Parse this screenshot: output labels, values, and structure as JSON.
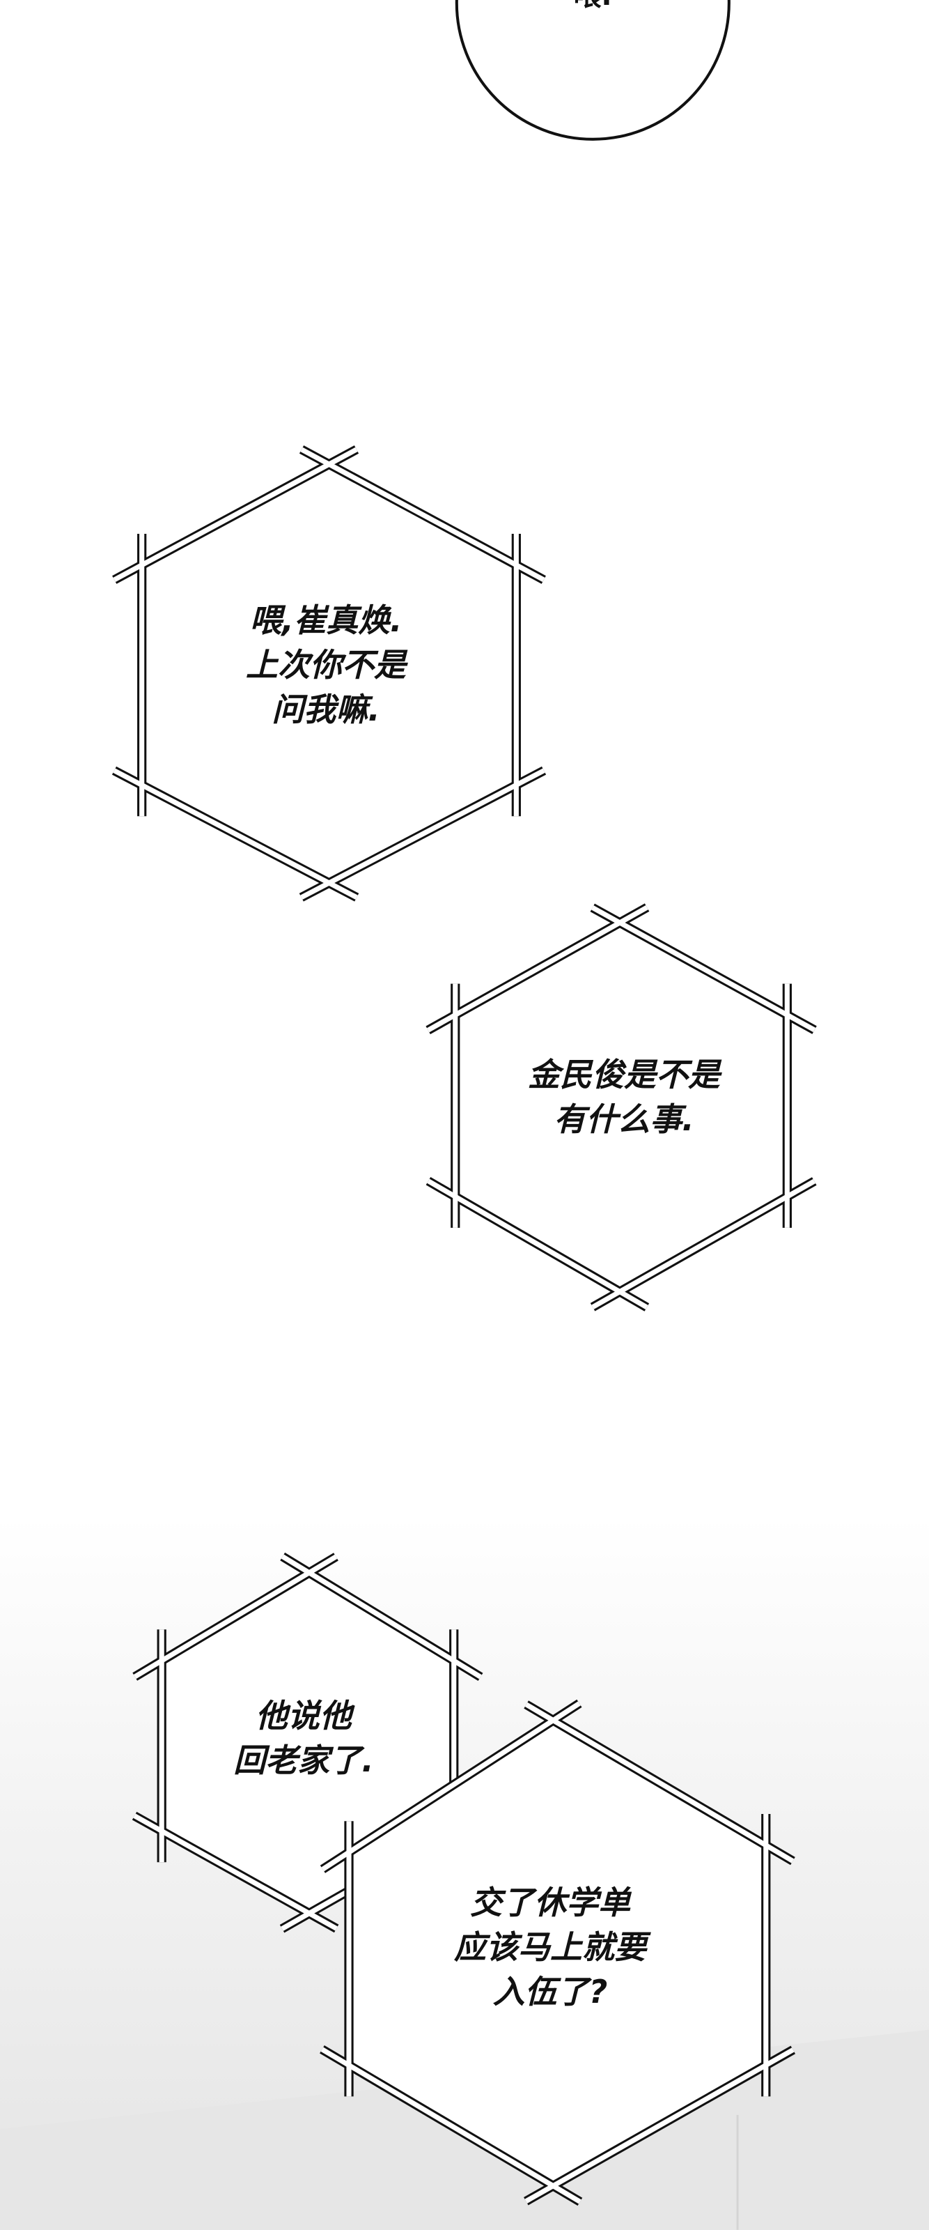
{
  "bubbles": [
    {
      "id": "circle",
      "lines": [
        "喂."
      ]
    },
    {
      "id": "hex1",
      "lines": [
        "喂,崔真焕.",
        "上次你不是",
        "问我嘛."
      ]
    },
    {
      "id": "hex2",
      "lines": [
        "金民俊是不是",
        "有什么事."
      ]
    },
    {
      "id": "hex3",
      "lines": [
        "他说他",
        "回老家了."
      ]
    },
    {
      "id": "hex4",
      "lines": [
        "交了休学单",
        "应该马上就要",
        "入伍了?"
      ]
    }
  ]
}
